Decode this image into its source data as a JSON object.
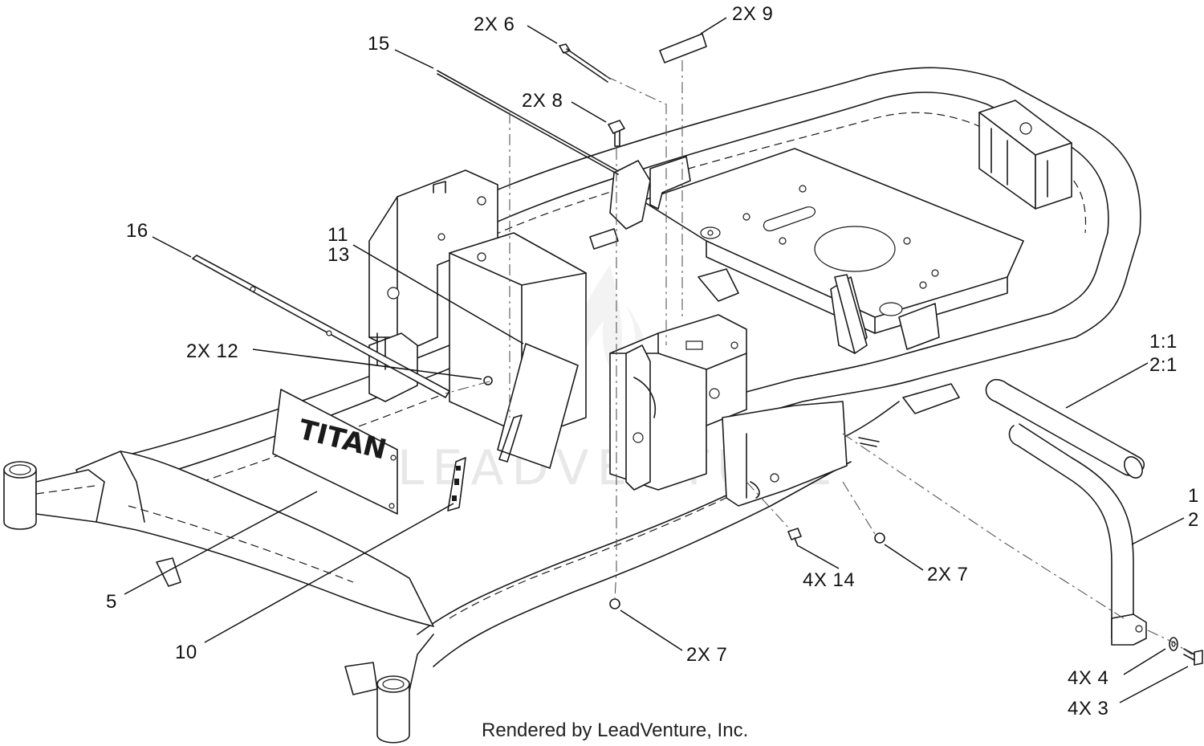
{
  "callouts": {
    "c_2x6": "2X 6",
    "c_2x9": "2X 9",
    "c_15": "15",
    "c_2x8": "2X 8",
    "c_16": "16",
    "c_11": "11",
    "c_13": "13",
    "c_2x12": "2X 12",
    "c_1to1": "1:1",
    "c_2to1": "2:1",
    "c_1": "1",
    "c_2": "2",
    "c_5": "5",
    "c_10": "10",
    "c_4x14": "4X 14",
    "c_2x7a": "2X 7",
    "c_2x7b": "2X 7",
    "c_4x4": "4X 4",
    "c_4x3": "4X 3"
  },
  "logo_text": "TITAN",
  "watermark": "LEADVENTURE",
  "footer": "Rendered by LeadVenture, Inc.",
  "colors": {
    "line": "#1a1a1a",
    "background": "#ffffff",
    "watermark": "#e8e8e8"
  }
}
